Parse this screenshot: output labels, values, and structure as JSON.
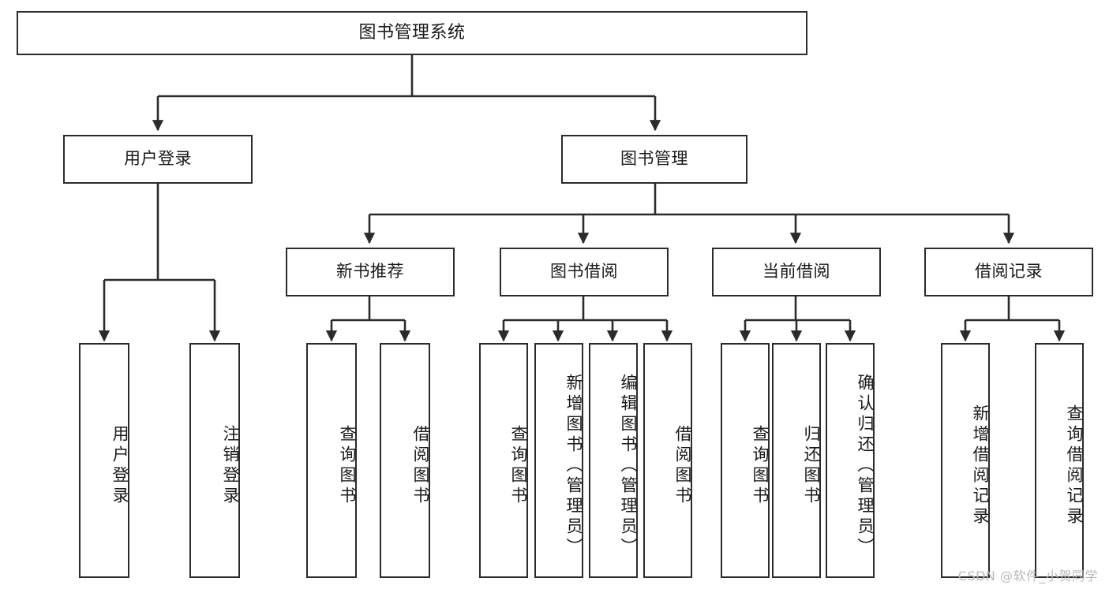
{
  "diagram": {
    "title": "图书管理系统",
    "type": "tree-hierarchy",
    "watermark": "CSDN @软件_小贺同学",
    "colors": {
      "background": "#ffffff",
      "box_border": "#2b2b2b",
      "box_fill": "#ffffff",
      "text": "#1a1a1a",
      "edge": "#2b2b2b",
      "watermark": "#b9b9b9"
    },
    "levels": {
      "root": "图书管理系统",
      "level2": [
        "用户登录",
        "图书管理"
      ],
      "level3": [
        "新书推荐",
        "图书借阅",
        "当前借阅",
        "借阅记录"
      ]
    },
    "nodes": {
      "root": {
        "label": "图书管理系统",
        "orientation": "horizontal"
      },
      "user_login": {
        "label": "用户登录",
        "orientation": "horizontal"
      },
      "book_manage": {
        "label": "图书管理",
        "orientation": "horizontal"
      },
      "new_book_rec": {
        "label": "新书推荐",
        "orientation": "horizontal"
      },
      "book_borrow": {
        "label": "图书借阅",
        "orientation": "horizontal"
      },
      "current_borrow": {
        "label": "当前借阅",
        "orientation": "horizontal"
      },
      "borrow_record": {
        "label": "借阅记录",
        "orientation": "horizontal"
      },
      "leaf_user_login": {
        "label": "用户登录",
        "orientation": "vertical"
      },
      "leaf_logout": {
        "label": "注销登录",
        "orientation": "vertical"
      },
      "leaf_query_book_1": {
        "label": "查询图书",
        "orientation": "vertical"
      },
      "leaf_borrow_book_1": {
        "label": "借阅图书",
        "orientation": "vertical"
      },
      "leaf_query_book_2": {
        "label": "查询图书",
        "orientation": "vertical"
      },
      "leaf_add_book": {
        "label": "新增图书（管理员）",
        "orientation": "vertical"
      },
      "leaf_edit_book": {
        "label": "编辑图书（管理员）",
        "orientation": "vertical"
      },
      "leaf_borrow_book_2": {
        "label": "借阅图书",
        "orientation": "vertical"
      },
      "leaf_query_book_3": {
        "label": "查询图书",
        "orientation": "vertical"
      },
      "leaf_return_book": {
        "label": "归还图书",
        "orientation": "vertical"
      },
      "leaf_confirm_return": {
        "label": "确认归还（管理员）",
        "orientation": "vertical"
      },
      "leaf_add_record": {
        "label": "新增借阅记录",
        "orientation": "vertical"
      },
      "leaf_query_record": {
        "label": "查询借阅记录",
        "orientation": "vertical"
      }
    },
    "edges": [
      {
        "from": "图书管理系统",
        "to": "用户登录"
      },
      {
        "from": "图书管理系统",
        "to": "图书管理"
      },
      {
        "from": "用户登录",
        "to": "用户登录(叶)"
      },
      {
        "from": "用户登录",
        "to": "注销登录"
      },
      {
        "from": "图书管理",
        "to": "新书推荐"
      },
      {
        "from": "图书管理",
        "to": "图书借阅"
      },
      {
        "from": "图书管理",
        "to": "当前借阅"
      },
      {
        "from": "图书管理",
        "to": "借阅记录"
      },
      {
        "from": "新书推荐",
        "to": "查询图书"
      },
      {
        "from": "新书推荐",
        "to": "借阅图书"
      },
      {
        "from": "图书借阅",
        "to": "查询图书"
      },
      {
        "from": "图书借阅",
        "to": "新增图书（管理员）"
      },
      {
        "from": "图书借阅",
        "to": "编辑图书（管理员）"
      },
      {
        "from": "图书借阅",
        "to": "借阅图书"
      },
      {
        "from": "当前借阅",
        "to": "查询图书"
      },
      {
        "from": "当前借阅",
        "to": "归还图书"
      },
      {
        "from": "当前借阅",
        "to": "确认归还（管理员）"
      },
      {
        "from": "借阅记录",
        "to": "新增借阅记录"
      },
      {
        "from": "借阅记录",
        "to": "查询借阅记录"
      }
    ]
  }
}
